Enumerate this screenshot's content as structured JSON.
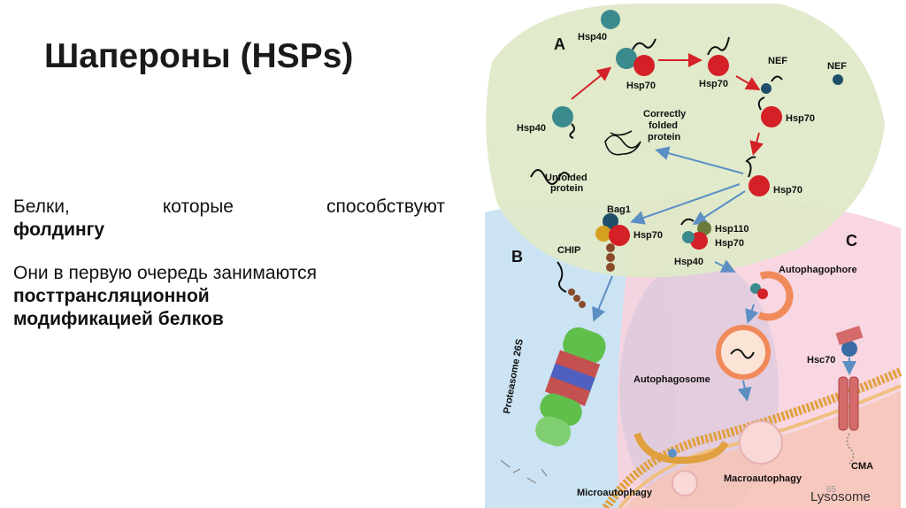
{
  "slide": {
    "title": "Шапероны (HSPs)",
    "para1_text": "Белки, которые способствуют",
    "para1_bold": "фолдингу",
    "para2_text": "Они в первую очередь занимаются",
    "para2_bold_1": "посттрансляционной",
    "para2_bold_2": "модификацией белков",
    "page_number": "65"
  },
  "diagram": {
    "section_a": "A",
    "section_b": "B",
    "section_c": "C",
    "hsp40_top": "Hsp40",
    "hsp70_1": "Hsp70",
    "hsp70_2": "Hsp70",
    "nef_1": "NEF",
    "nef_2": "NEF",
    "hsp40_left": "Hsp40",
    "correctly_folded_1": "Correctly",
    "correctly_folded_2": "folded",
    "correctly_folded_3": "protein",
    "hsp70_3": "Hsp70",
    "unfolded_1": "Unfolded",
    "unfolded_2": "protein",
    "hsp70_4": "Hsp70",
    "bag1": "Bag1",
    "chip": "CHIP",
    "hsp70_5": "Hsp70",
    "hsp110": "Hsp110",
    "hsp70_6": "Hsp70",
    "hsp40_c": "Hsp40",
    "autophagophore": "Autophagophore",
    "proteasome": "Proteasome 26S",
    "autophagosome": "Autophagosome",
    "hsc70": "Hsc70",
    "macroautophagy": "Macroautophagy",
    "cma": "CMA",
    "microautophagy": "Microautophagy",
    "lysosome": "Lysosome"
  },
  "colors": {
    "region_a": "#dfe9c8",
    "region_b": "#cbe3f3",
    "region_c": "#f7d3df",
    "hsp70_red": "#d42027",
    "hsp40_teal": "#3a8a8e",
    "arrow_red": "#d42027",
    "arrow_blue": "#5b8fc4",
    "membrane": "#e0a040"
  }
}
